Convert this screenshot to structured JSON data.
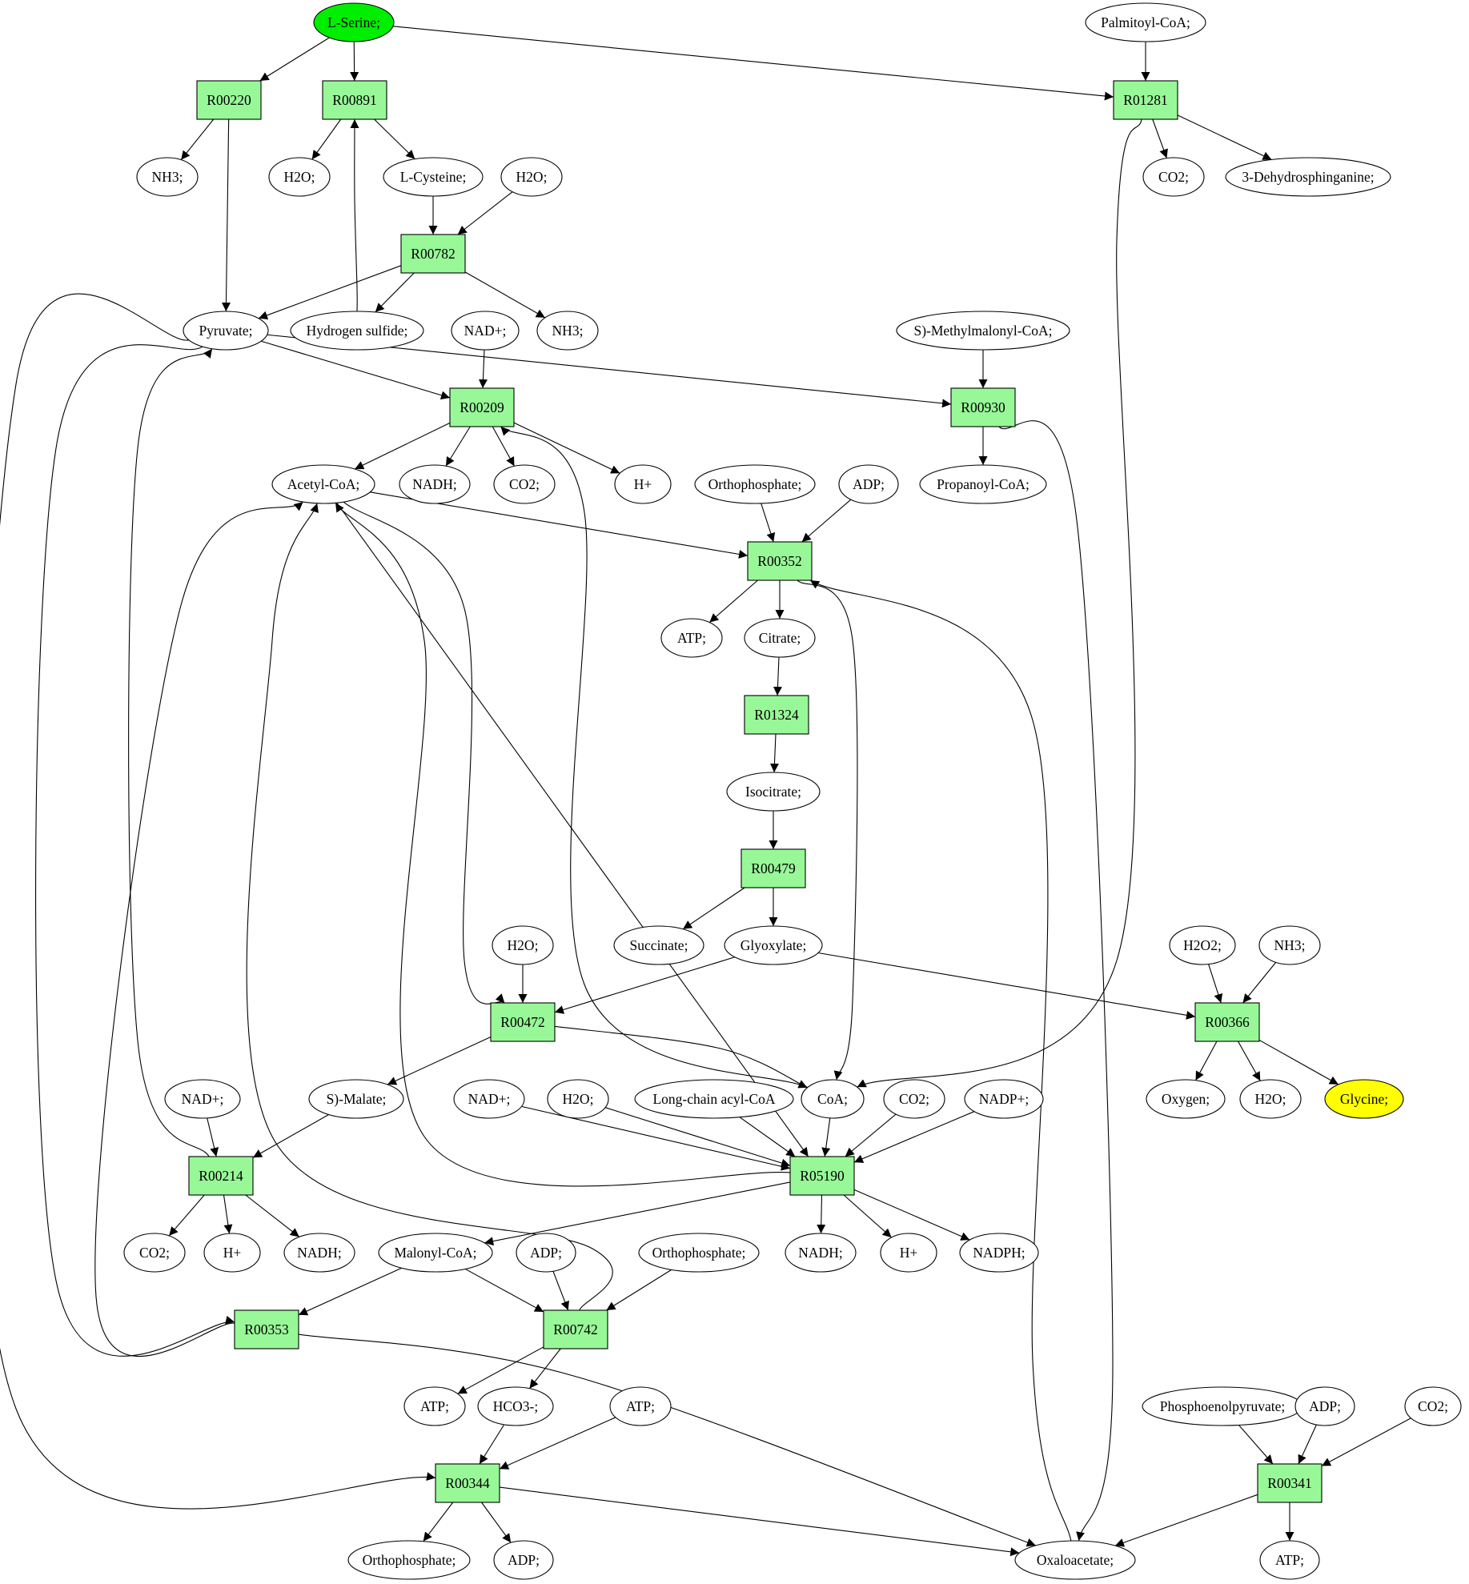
{
  "colors": {
    "reaction": "#98f898",
    "compound": "#ffffff",
    "source": "#00ee00",
    "target": "#ffff00",
    "stroke": "#000000"
  },
  "nodes": [
    {
      "id": "lserine",
      "label": "L-Serine;",
      "kind": "source"
    },
    {
      "id": "palmitoyl",
      "label": "Palmitoyl-CoA;",
      "kind": "compound"
    },
    {
      "id": "r00220",
      "label": "R00220",
      "kind": "reaction"
    },
    {
      "id": "r00891",
      "label": "R00891",
      "kind": "reaction"
    },
    {
      "id": "r01281",
      "label": "R01281",
      "kind": "reaction"
    },
    {
      "id": "nh3_a",
      "label": "NH3;",
      "kind": "compound"
    },
    {
      "id": "h2o_a",
      "label": "H2O;",
      "kind": "compound"
    },
    {
      "id": "lcys",
      "label": "L-Cysteine;",
      "kind": "compound"
    },
    {
      "id": "h2o_b",
      "label": "H2O;",
      "kind": "compound"
    },
    {
      "id": "co2_a",
      "label": "CO2;",
      "kind": "compound"
    },
    {
      "id": "dehydro",
      "label": "3-Dehydrosphinganine;",
      "kind": "compound"
    },
    {
      "id": "r00782",
      "label": "R00782",
      "kind": "reaction"
    },
    {
      "id": "pyruvate",
      "label": "Pyruvate;",
      "kind": "compound"
    },
    {
      "id": "h2s",
      "label": "Hydrogen sulfide;",
      "kind": "compound"
    },
    {
      "id": "nadp_a",
      "label": "NAD+;",
      "kind": "compound"
    },
    {
      "id": "nh3_b",
      "label": "NH3;",
      "kind": "compound"
    },
    {
      "id": "smmcoa",
      "label": "S)-Methylmalonyl-CoA;",
      "kind": "compound"
    },
    {
      "id": "r00209",
      "label": "R00209",
      "kind": "reaction"
    },
    {
      "id": "r00930",
      "label": "R00930",
      "kind": "reaction"
    },
    {
      "id": "acetylcoa",
      "label": "Acetyl-CoA;",
      "kind": "compound"
    },
    {
      "id": "nadh_a",
      "label": "NADH;",
      "kind": "compound"
    },
    {
      "id": "co2_b",
      "label": "CO2;",
      "kind": "compound"
    },
    {
      "id": "hplus_a",
      "label": "H+",
      "kind": "compound"
    },
    {
      "id": "ortho_a",
      "label": "Orthophosphate;",
      "kind": "compound"
    },
    {
      "id": "adp_a",
      "label": "ADP;",
      "kind": "compound"
    },
    {
      "id": "propcoa",
      "label": "Propanoyl-CoA;",
      "kind": "compound"
    },
    {
      "id": "r00352",
      "label": "R00352",
      "kind": "reaction"
    },
    {
      "id": "atp_a",
      "label": "ATP;",
      "kind": "compound"
    },
    {
      "id": "citrate",
      "label": "Citrate;",
      "kind": "compound"
    },
    {
      "id": "r01324",
      "label": "R01324",
      "kind": "reaction"
    },
    {
      "id": "isocitrate",
      "label": "Isocitrate;",
      "kind": "compound"
    },
    {
      "id": "r00479",
      "label": "R00479",
      "kind": "reaction"
    },
    {
      "id": "h2o_c",
      "label": "H2O;",
      "kind": "compound"
    },
    {
      "id": "succinate",
      "label": "Succinate;",
      "kind": "compound"
    },
    {
      "id": "glyoxylate",
      "label": "Glyoxylate;",
      "kind": "compound"
    },
    {
      "id": "h2o2",
      "label": "H2O2;",
      "kind": "compound"
    },
    {
      "id": "nh3_c",
      "label": "NH3;",
      "kind": "compound"
    },
    {
      "id": "r00472",
      "label": "R00472",
      "kind": "reaction"
    },
    {
      "id": "r00366",
      "label": "R00366",
      "kind": "reaction"
    },
    {
      "id": "nadp_b",
      "label": "NAD+;",
      "kind": "compound"
    },
    {
      "id": "smalate",
      "label": "S)-Malate;",
      "kind": "compound"
    },
    {
      "id": "nadp_c",
      "label": "NAD+;",
      "kind": "compound"
    },
    {
      "id": "h2o_d",
      "label": "H2O;",
      "kind": "compound"
    },
    {
      "id": "lcacoa",
      "label": "Long-chain acyl-CoA",
      "kind": "compound"
    },
    {
      "id": "coa",
      "label": "CoA;",
      "kind": "compound"
    },
    {
      "id": "co2_c",
      "label": "CO2;",
      "kind": "compound"
    },
    {
      "id": "nadpplus",
      "label": "NADP+;",
      "kind": "compound"
    },
    {
      "id": "oxygen",
      "label": "Oxygen;",
      "kind": "compound"
    },
    {
      "id": "h2o_e",
      "label": "H2O;",
      "kind": "compound"
    },
    {
      "id": "glycine",
      "label": "Glycine;",
      "kind": "target"
    },
    {
      "id": "r00214",
      "label": "R00214",
      "kind": "reaction"
    },
    {
      "id": "r05190",
      "label": "R05190",
      "kind": "reaction"
    },
    {
      "id": "co2_d",
      "label": "CO2;",
      "kind": "compound"
    },
    {
      "id": "hplus_b",
      "label": "H+",
      "kind": "compound"
    },
    {
      "id": "nadh_b",
      "label": "NADH;",
      "kind": "compound"
    },
    {
      "id": "malonylcoa",
      "label": "Malonyl-CoA;",
      "kind": "compound"
    },
    {
      "id": "adp_b",
      "label": "ADP;",
      "kind": "compound"
    },
    {
      "id": "ortho_b",
      "label": "Orthophosphate;",
      "kind": "compound"
    },
    {
      "id": "nadh_c",
      "label": "NADH;",
      "kind": "compound"
    },
    {
      "id": "hplus_c",
      "label": "H+",
      "kind": "compound"
    },
    {
      "id": "nadph",
      "label": "NADPH;",
      "kind": "compound"
    },
    {
      "id": "r00353",
      "label": "R00353",
      "kind": "reaction"
    },
    {
      "id": "r00742",
      "label": "R00742",
      "kind": "reaction"
    },
    {
      "id": "atp_b",
      "label": "ATP;",
      "kind": "compound"
    },
    {
      "id": "hco3",
      "label": "HCO3-;",
      "kind": "compound"
    },
    {
      "id": "atp_c",
      "label": "ATP;",
      "kind": "compound"
    },
    {
      "id": "pep",
      "label": "Phosphoenolpyruvate;",
      "kind": "compound"
    },
    {
      "id": "adp_c",
      "label": "ADP;",
      "kind": "compound"
    },
    {
      "id": "co2_e",
      "label": "CO2;",
      "kind": "compound"
    },
    {
      "id": "r00344",
      "label": "R00344",
      "kind": "reaction"
    },
    {
      "id": "r00341",
      "label": "R00341",
      "kind": "reaction"
    },
    {
      "id": "ortho_c",
      "label": "Orthophosphate;",
      "kind": "compound"
    },
    {
      "id": "adp_d",
      "label": "ADP;",
      "kind": "compound"
    },
    {
      "id": "oxaloacetate",
      "label": "Oxaloacetate;",
      "kind": "compound"
    },
    {
      "id": "atp_d",
      "label": "ATP;",
      "kind": "compound"
    }
  ],
  "edges": [
    [
      "lserine",
      "r00220"
    ],
    [
      "lserine",
      "r00891"
    ],
    [
      "lserine",
      "r01281"
    ],
    [
      "palmitoyl",
      "r01281"
    ],
    [
      "r00220",
      "nh3_a"
    ],
    [
      "r00220",
      "pyruvate"
    ],
    [
      "r00891",
      "h2o_a"
    ],
    [
      "r00891",
      "lcys"
    ],
    [
      "h2s",
      "r00891"
    ],
    [
      "r01281",
      "co2_a"
    ],
    [
      "r01281",
      "dehydro"
    ],
    [
      "r01281",
      "coa"
    ],
    [
      "lcys",
      "r00782"
    ],
    [
      "h2o_b",
      "r00782"
    ],
    [
      "r00782",
      "pyruvate"
    ],
    [
      "r00782",
      "h2s"
    ],
    [
      "r00782",
      "nh3_b"
    ],
    [
      "pyruvate",
      "r00209"
    ],
    [
      "pyruvate",
      "r00930"
    ],
    [
      "pyruvate",
      "r00344"
    ],
    [
      "pyruvate",
      "r00353"
    ],
    [
      "nadp_a",
      "r00209"
    ],
    [
      "r00209",
      "acetylcoa"
    ],
    [
      "r00209",
      "nadh_a"
    ],
    [
      "r00209",
      "co2_b"
    ],
    [
      "r00209",
      "hplus_a"
    ],
    [
      "coa",
      "r00209"
    ],
    [
      "smmcoa",
      "r00930"
    ],
    [
      "r00930",
      "propcoa"
    ],
    [
      "r00930",
      "oxaloacetate"
    ],
    [
      "acetylcoa",
      "r00352"
    ],
    [
      "acetylcoa",
      "r00472"
    ],
    [
      "acetylcoa",
      "r05190"
    ],
    [
      "ortho_a",
      "r00352"
    ],
    [
      "adp_a",
      "r00352"
    ],
    [
      "oxaloacetate",
      "r00352"
    ],
    [
      "r00352",
      "atp_a"
    ],
    [
      "r00352",
      "citrate"
    ],
    [
      "r00352",
      "coa"
    ],
    [
      "citrate",
      "r01324"
    ],
    [
      "r01324",
      "isocitrate"
    ],
    [
      "isocitrate",
      "r00479"
    ],
    [
      "r00479",
      "succinate"
    ],
    [
      "r00479",
      "glyoxylate"
    ],
    [
      "h2o_c",
      "r00472"
    ],
    [
      "glyoxylate",
      "r00472"
    ],
    [
      "glyoxylate",
      "r00366"
    ],
    [
      "r00472",
      "smalate"
    ],
    [
      "r00472",
      "coa"
    ],
    [
      "h2o2",
      "r00366"
    ],
    [
      "nh3_c",
      "r00366"
    ],
    [
      "r00366",
      "oxygen"
    ],
    [
      "r00366",
      "h2o_e"
    ],
    [
      "r00366",
      "glycine"
    ],
    [
      "nadp_b",
      "r00214"
    ],
    [
      "smalate",
      "r00214"
    ],
    [
      "r00214",
      "co2_d"
    ],
    [
      "r00214",
      "hplus_b"
    ],
    [
      "r00214",
      "nadh_b"
    ],
    [
      "r00214",
      "pyruvate"
    ],
    [
      "nadp_c",
      "r05190"
    ],
    [
      "h2o_d",
      "r05190"
    ],
    [
      "lcacoa",
      "r05190"
    ],
    [
      "coa",
      "r05190"
    ],
    [
      "co2_c",
      "r05190"
    ],
    [
      "nadpplus",
      "r05190"
    ],
    [
      "r05190",
      "nadh_c"
    ],
    [
      "r05190",
      "hplus_c"
    ],
    [
      "r05190",
      "nadph"
    ],
    [
      "r05190",
      "malonylcoa"
    ],
    [
      "r05190",
      "acetylcoa"
    ],
    [
      "malonylcoa",
      "r00353"
    ],
    [
      "malonylcoa",
      "r00742"
    ],
    [
      "adp_b",
      "r00742"
    ],
    [
      "ortho_b",
      "r00742"
    ],
    [
      "r00742",
      "hco3"
    ],
    [
      "r00742",
      "atp_b"
    ],
    [
      "r00742",
      "acetylcoa"
    ],
    [
      "r00353",
      "acetylcoa"
    ],
    [
      "r00353",
      "oxaloacetate"
    ],
    [
      "atp_c",
      "r00344"
    ],
    [
      "hco3",
      "r00344"
    ],
    [
      "r00344",
      "ortho_c"
    ],
    [
      "r00344",
      "adp_d"
    ],
    [
      "r00344",
      "oxaloacetate"
    ],
    [
      "pep",
      "r00341"
    ],
    [
      "adp_c",
      "r00341"
    ],
    [
      "co2_e",
      "r00341"
    ],
    [
      "r00341",
      "atp_d"
    ],
    [
      "r00341",
      "oxaloacetate"
    ]
  ]
}
